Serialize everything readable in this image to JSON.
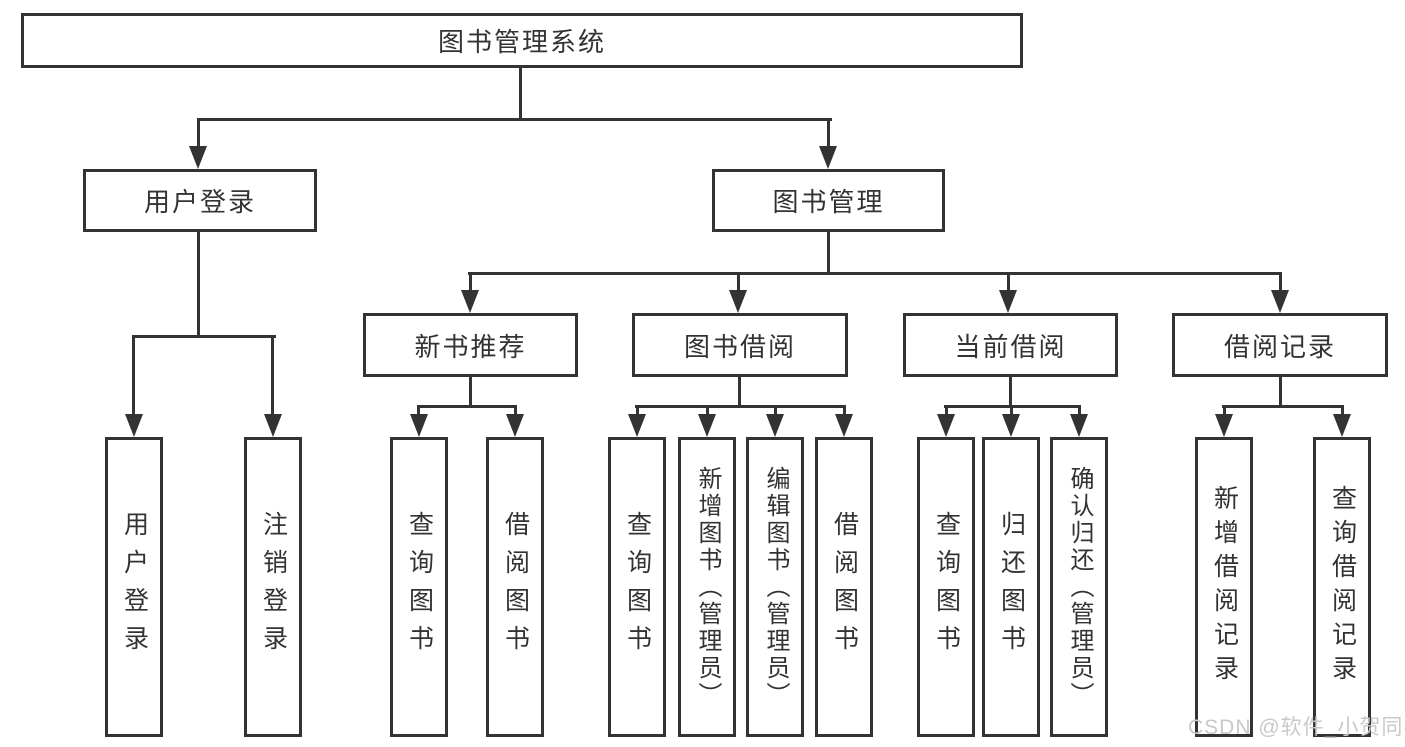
{
  "diagram_type": "hierarchy-flowchart",
  "tree": {
    "root": {
      "label": "图书管理系统"
    },
    "children": [
      {
        "label": "用户登录",
        "children": [
          {
            "label": "用户登录"
          },
          {
            "label": "注销登录"
          }
        ]
      },
      {
        "label": "图书管理",
        "children": [
          {
            "label": "新书推荐",
            "children": [
              {
                "label": "查询图书"
              },
              {
                "label": "借阅图书"
              }
            ]
          },
          {
            "label": "图书借阅",
            "children": [
              {
                "label": "查询图书"
              },
              {
                "label": "新增图书（管理员）"
              },
              {
                "label": "编辑图书（管理员）"
              },
              {
                "label": "借阅图书"
              }
            ]
          },
          {
            "label": "当前借阅",
            "children": [
              {
                "label": "查询图书"
              },
              {
                "label": "归还图书"
              },
              {
                "label": "确认归还（管理员）"
              }
            ]
          },
          {
            "label": "借阅记录",
            "children": [
              {
                "label": "新增借阅记录"
              },
              {
                "label": "查询借阅记录"
              }
            ]
          }
        ]
      }
    ]
  },
  "watermark": {
    "text": "CSDN @软件_小贺同学"
  },
  "colors": {
    "line": "#333333",
    "text": "#333333",
    "box_fill": "#ffffff",
    "watermark": "#c9c9c9",
    "background": "#ffffff"
  }
}
